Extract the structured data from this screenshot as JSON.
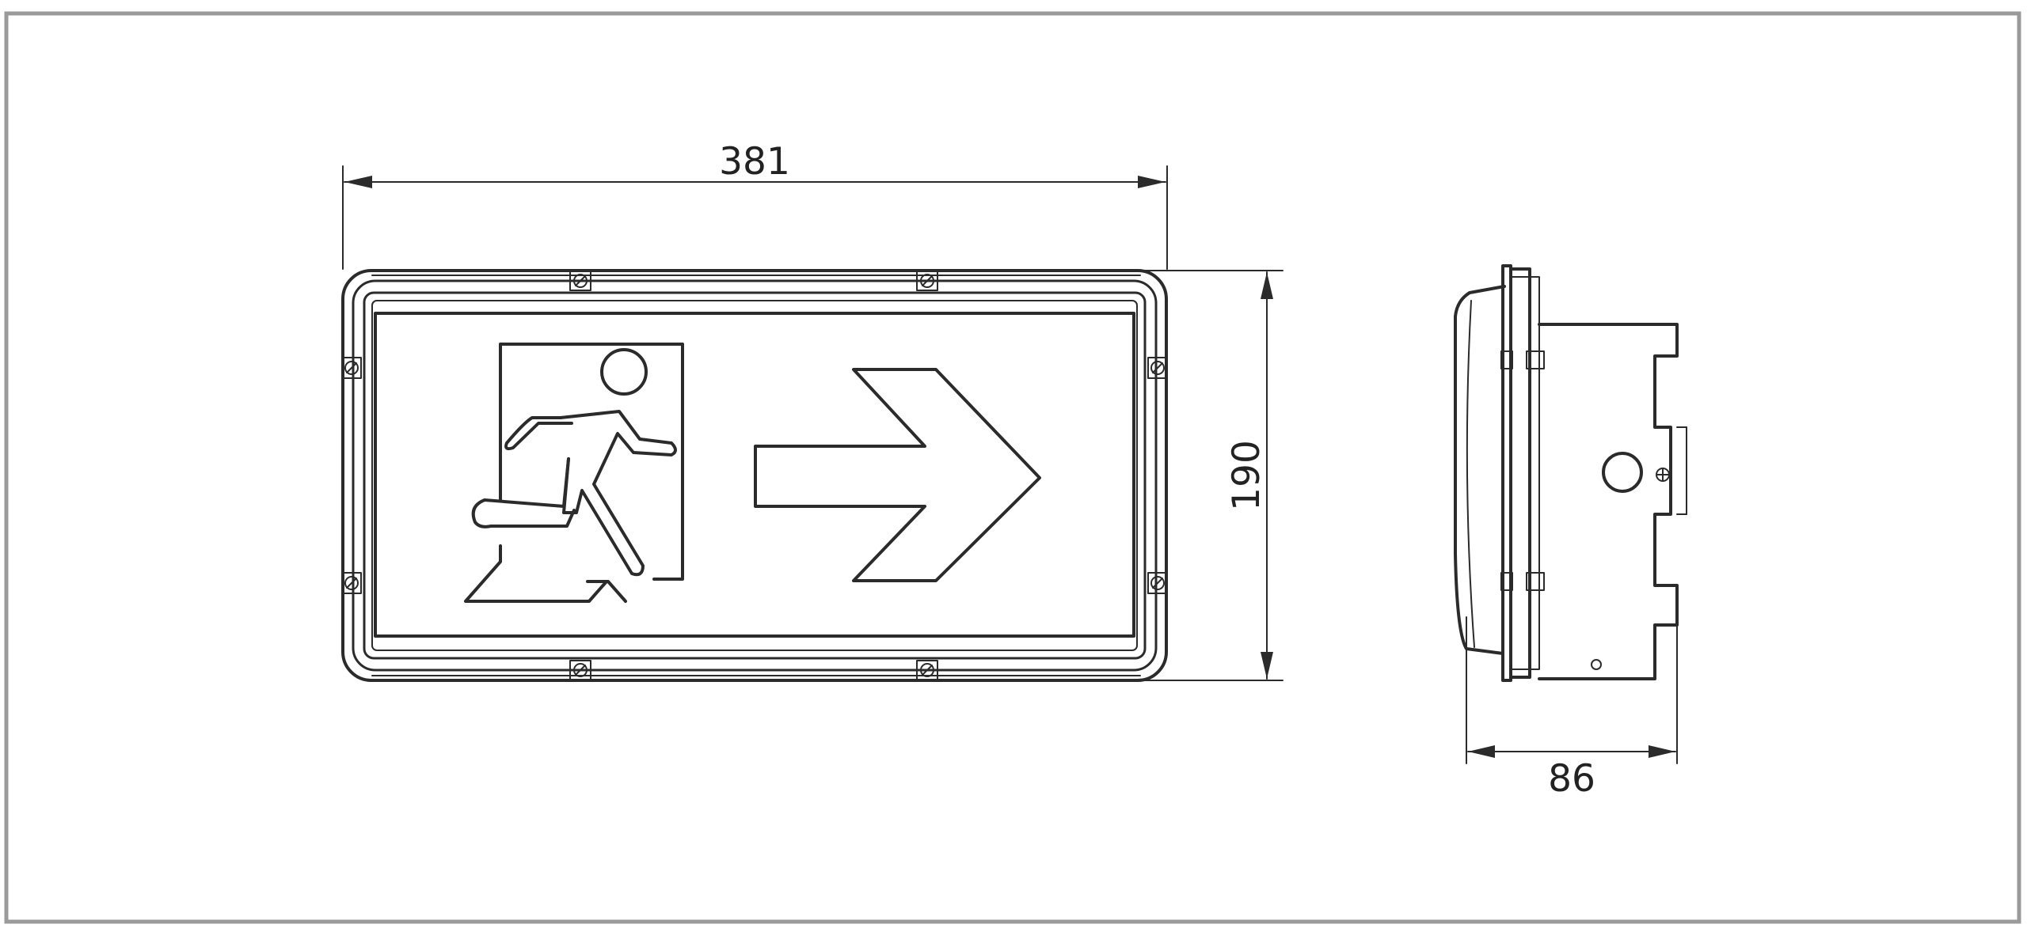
{
  "dimensions": {
    "width": "381",
    "height": "190",
    "depth": "86"
  },
  "colors": {
    "frame": "#9a9a9a",
    "line": "#2b2b2b"
  },
  "icons": [
    "running-man-icon",
    "arrow-right-icon",
    "screw-icon",
    "earth-symbol-icon"
  ]
}
